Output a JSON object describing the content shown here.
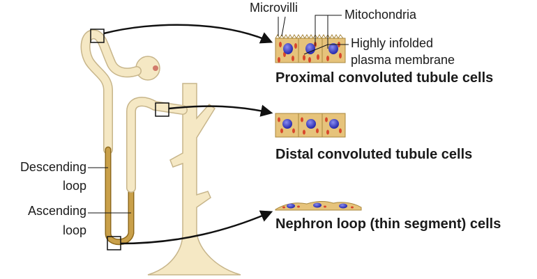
{
  "labels": {
    "microvilli": "Microvilli",
    "mitochondria": "Mitochondria",
    "infolded_line1": "Highly infolded",
    "infolded_line2": "plasma membrane",
    "descending_line1": "Descending",
    "descending_line2": "loop",
    "ascending_line1": "Ascending",
    "ascending_line2": "loop"
  },
  "cell_panels": [
    {
      "title": "Proximal convoluted tubule cells"
    },
    {
      "title": "Distal convoluted tubule cells"
    },
    {
      "title": "Nephron loop (thin segment) cells"
    }
  ],
  "colors": {
    "tubule": "#f5e8c4",
    "tubule_outline": "#c7b58a",
    "thin_segment": "#b88a2a",
    "cytoplasm": "#e6c37b",
    "mitochondria": "#d8472b",
    "nucleus": "#3b3fc9",
    "arrow": "#111111"
  }
}
